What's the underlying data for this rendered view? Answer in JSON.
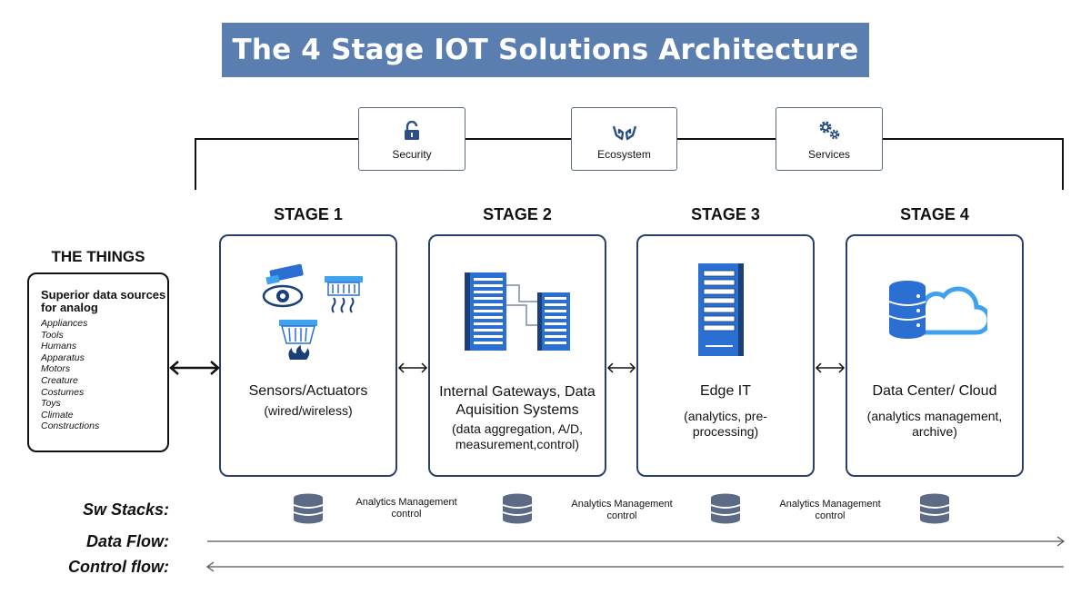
{
  "title": "The 4 Stage IOT Solutions Architecture",
  "top_boxes": [
    {
      "label": "Security",
      "icon": "lock-icon"
    },
    {
      "label": "Ecosystem",
      "icon": "hands-icon"
    },
    {
      "label": "Services",
      "icon": "gears-icon"
    }
  ],
  "things": {
    "label": "THE THINGS",
    "heading": "Superior data sources for analog",
    "items": [
      "Appliances",
      "Tools",
      "Humans",
      "Apparatus",
      "Motors",
      "Creature",
      "Costumes",
      "Toys",
      "Climate",
      "Constructions"
    ]
  },
  "stages": [
    {
      "label": "STAGE 1",
      "title": "Sensors/Actuators",
      "subtitle": "(wired/wireless)"
    },
    {
      "label": "STAGE 2",
      "title": "Internal Gateways, Data Aquisition Systems",
      "subtitle": "(data aggregation, A/D, measurement,control)"
    },
    {
      "label": "STAGE 3",
      "title": "Edge IT",
      "subtitle": "(analytics, pre-processing)"
    },
    {
      "label": "STAGE 4",
      "title": "Data Center/ Cloud",
      "subtitle": "(analytics management, archive)"
    }
  ],
  "rows": {
    "sw_stacks": "Sw Stacks:",
    "data_flow": "Data Flow:",
    "control_flow": "Control flow:"
  },
  "sw_stack_labels": [
    "Analytics Management control",
    "Analytics Management control",
    "Analytics Management control"
  ],
  "colors": {
    "title_bg": "#5b7eb1",
    "card_border": "#27416c",
    "accent_blue": "#2a6fd1",
    "light_blue": "#3fa2ee",
    "db_gray": "#5b6b85"
  }
}
